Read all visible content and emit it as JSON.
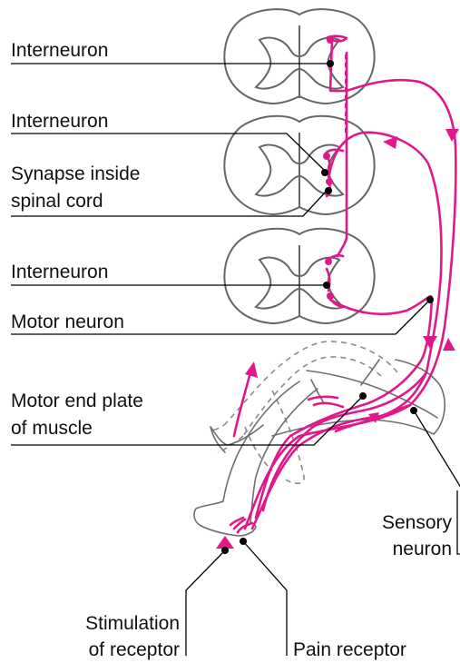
{
  "labels": {
    "interneuron_top": "Interneuron",
    "interneuron_mid": "Interneuron",
    "synapse_line1": "Synapse inside",
    "synapse_line2": "spinal cord",
    "interneuron_low": "Interneuron",
    "motor_neuron": "Motor neuron",
    "motor_end_line1": "Motor end plate",
    "motor_end_line2": "of muscle",
    "sensory_line1": "Sensory",
    "sensory_line2": "neuron",
    "stimulation_line1": "Stimulation",
    "stimulation_line2": "of receptor",
    "pain_receptor": "Pain receptor"
  },
  "colors": {
    "nerve": "#e0198a",
    "outline": "#666666",
    "leader": "#000000"
  }
}
